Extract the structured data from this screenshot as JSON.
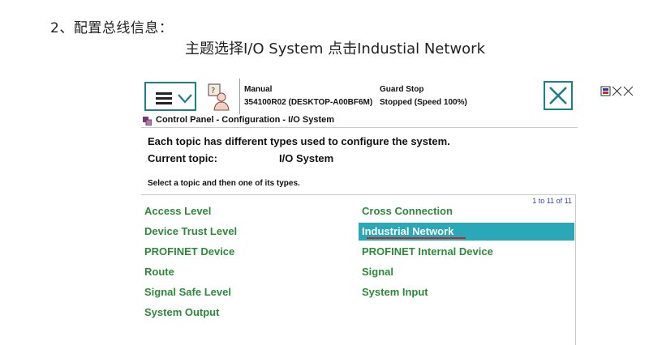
{
  "doc": {
    "step": "2、配置总线信息：",
    "note": "主题选择I/O System  点击Industial Network"
  },
  "flexpendant": {
    "status": {
      "mode": "Manual",
      "system": "354100R02 (DESKTOP-A00BF6M)",
      "guard": "Guard Stop",
      "run_state": "Stopped (Speed 100%)"
    },
    "breadcrumb": "Control Panel - Configuration - I/O System",
    "intro": "Each topic has different types used to configure the system.",
    "current_topic_label": "Current topic:",
    "current_topic_value": "I/O System",
    "instruction": "Select a topic and then one of its types.",
    "count": "1 to 11 of 11",
    "topics_left": [
      "Access Level",
      "Device Trust Level",
      "PROFINET Device",
      "Route",
      "Signal Safe Level",
      "System Output"
    ],
    "topics_right": [
      "Cross Connection",
      "Industrial Network",
      "PROFINET Internal Device",
      "Signal",
      "System Input"
    ],
    "selected": "Industrial Network",
    "colors": {
      "accent": "#1d7f88",
      "selection": "#2aa8b8",
      "topic_text": "#2d8a3a",
      "underline": "#b42d2d"
    },
    "icons": [
      "menu-icon",
      "operator-icon",
      "status-icons",
      "close-icon",
      "control-panel-icon"
    ]
  }
}
